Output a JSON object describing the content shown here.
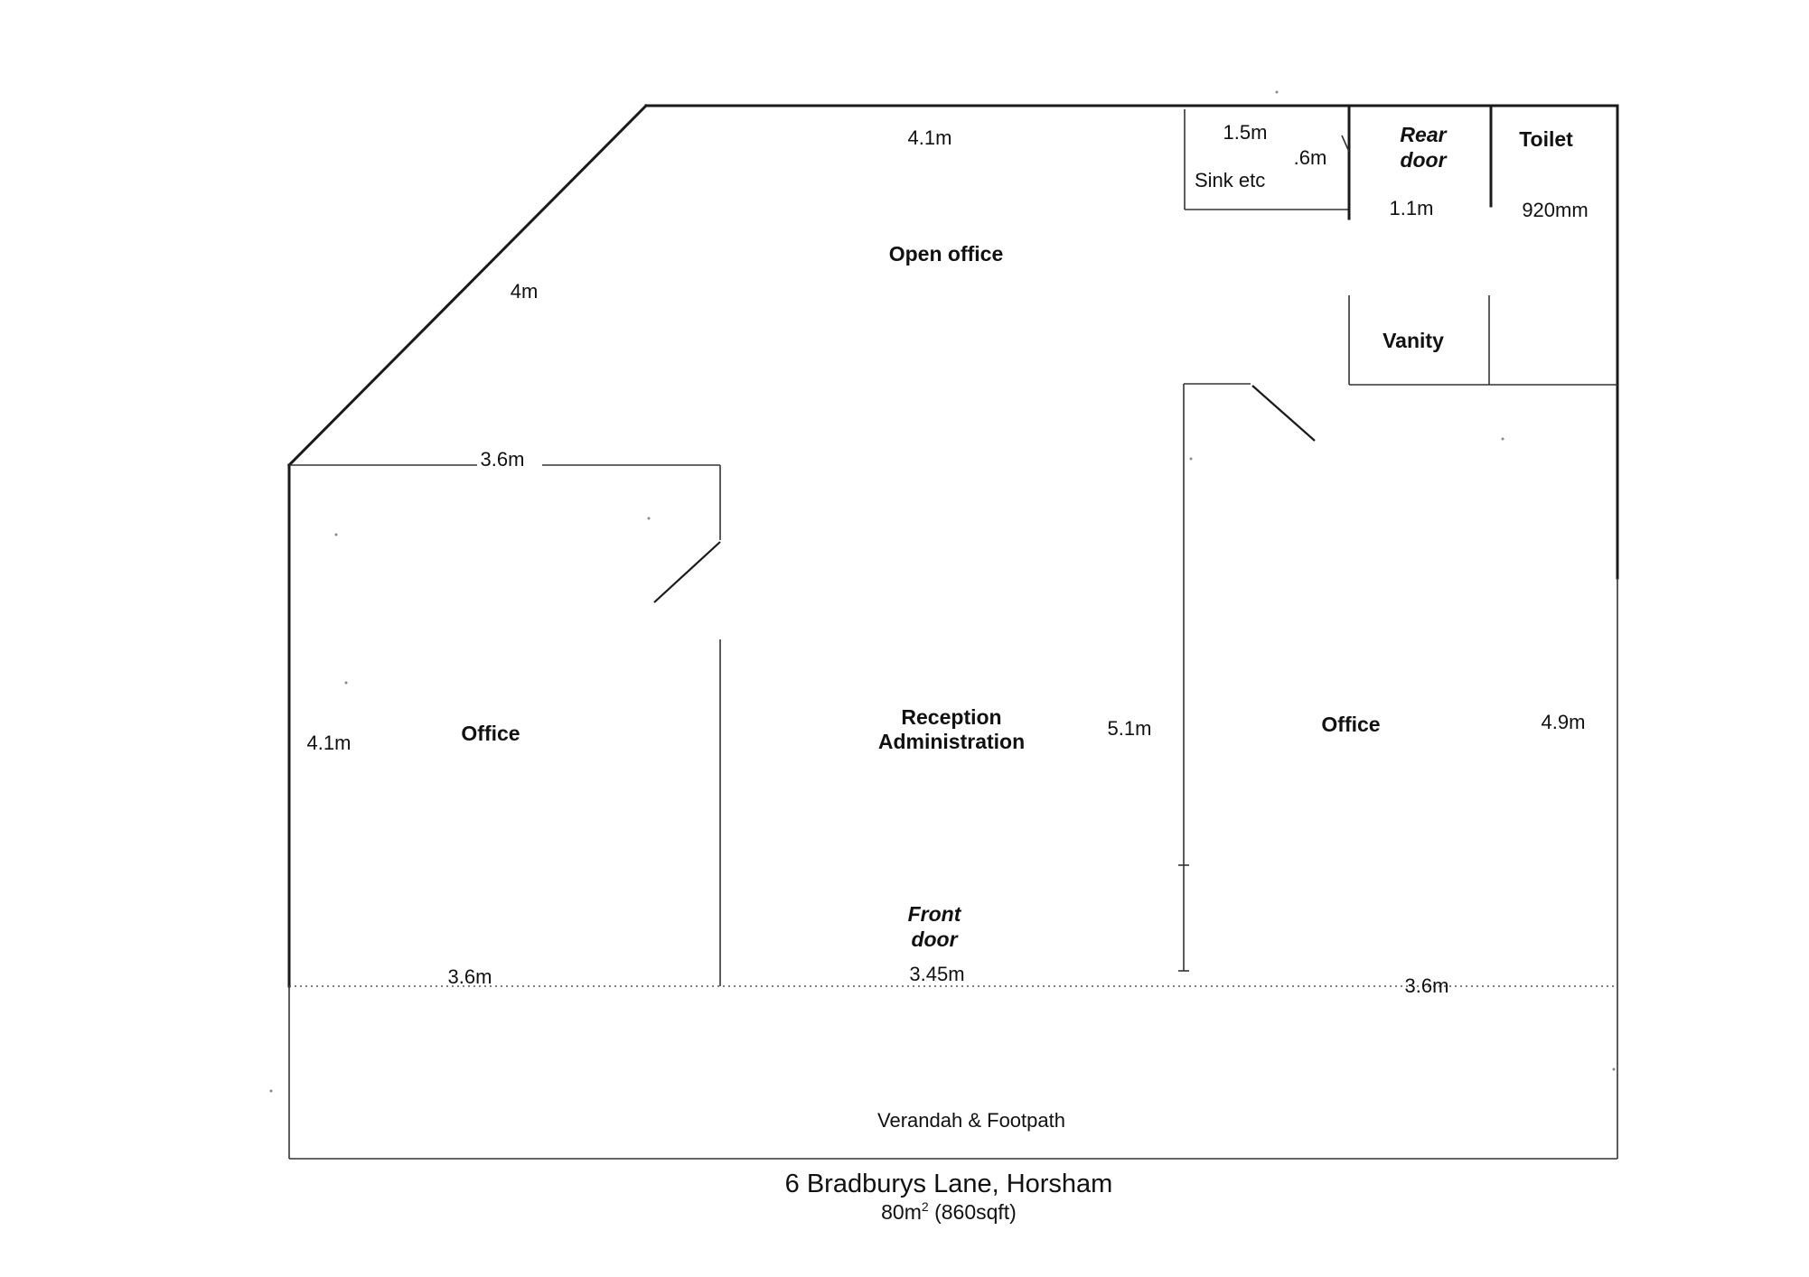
{
  "rooms": {
    "open_office": "Open office",
    "office_left": "Office",
    "reception_line1": "Reception",
    "reception_line2": "Administration",
    "office_right": "Office",
    "toilet": "Toilet",
    "vanity": "Vanity",
    "sink": "Sink etc",
    "verandah": "Verandah & Footpath"
  },
  "doors": {
    "rear_line1": "Rear",
    "rear_line2": "door",
    "front_line1": "Front",
    "front_line2": "door"
  },
  "dimensions": {
    "top_wall": "4.1m",
    "diagonal_wall": "4m",
    "sink_width": "1.5m",
    "sink_depth": ".6m",
    "rear_passage": "1.1m",
    "toilet_width": "920mm",
    "left_office_top": "3.6m",
    "left_office_side": "4.1m",
    "reception_depth": "5.1m",
    "right_office_side": "4.9m",
    "bottom_left": "3.6m",
    "bottom_middle": "3.45m",
    "bottom_right": "3.6m"
  },
  "caption": {
    "address": "6 Bradburys Lane, Horsham",
    "area_value": "80m",
    "area_superscript": "2",
    "area_sqft": " (860sqft)"
  }
}
